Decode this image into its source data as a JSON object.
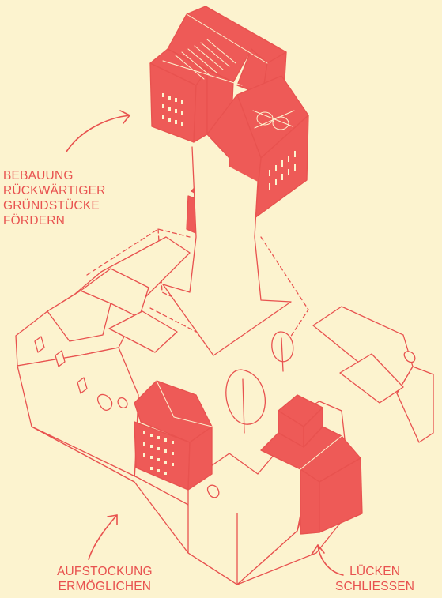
{
  "colors": {
    "background": "#fcf3cf",
    "stroke": "#e8524f",
    "fill": "#ee5a57"
  },
  "labels": {
    "bebauung": [
      "BEBAUUNG",
      "RÜCKWÄRTIGER",
      "GRÜNDSTÜCKE",
      "FÖRDERN"
    ],
    "aufstockung": [
      "AUFSTOCKUNG",
      "ERMÖGLICHEN"
    ],
    "luecken": [
      "LÜCKEN",
      "SCHLIESSEN"
    ]
  },
  "icons": [
    "curved-arrow-icon",
    "down-arrow-icon",
    "tree-icon"
  ]
}
